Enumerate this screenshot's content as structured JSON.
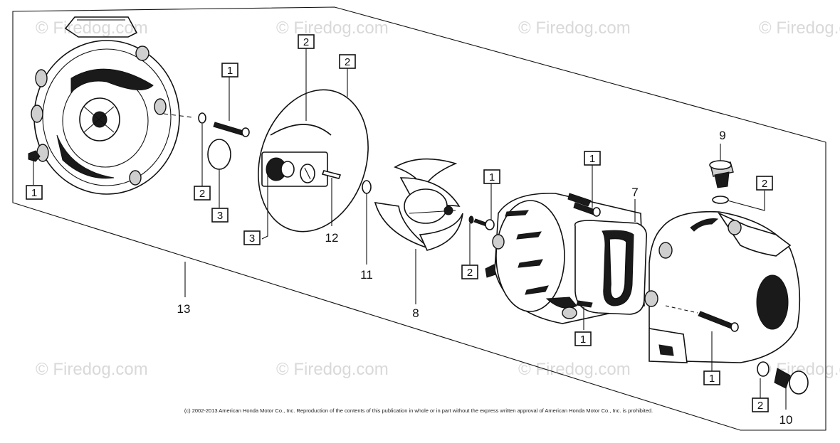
{
  "watermarks": [
    "© Firedog.com",
    "© Firedog.com",
    "© Firedog.com",
    "© Firedog.com",
    "© Firedog.com",
    "© Firedog.com",
    "© Firedog.com",
    "© Firedog.com"
  ],
  "parts": {
    "p1a": "1",
    "p1b": "1",
    "p1c": "1",
    "p1d": "1",
    "p1e": "1",
    "p1f": "1",
    "p2a": "2",
    "p2b": "2",
    "p2c": "2",
    "p2d": "2",
    "p2e": "2",
    "p2f": "2",
    "p3a": "3",
    "p3b": "3",
    "p7": "7",
    "p8": "8",
    "p9": "9",
    "p10": "10",
    "p11": "11",
    "p12": "12",
    "p13": "13"
  },
  "copyright": "(c) 2002-2013 American Honda Motor Co., Inc. Reproduction of the contents of this publication in whole or in part without the express written approval of American Honda Motor Co., Inc. is prohibited."
}
